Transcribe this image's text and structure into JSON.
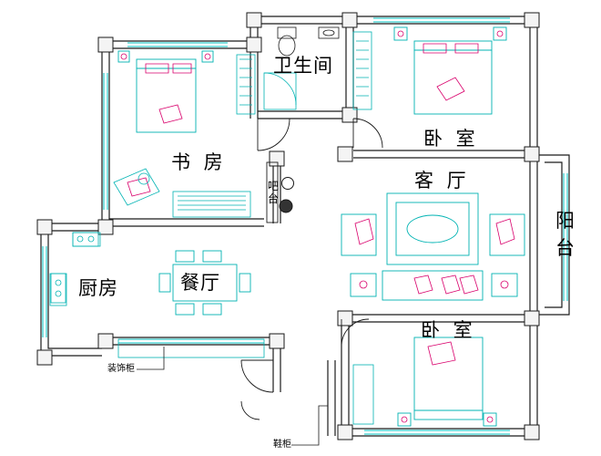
{
  "rooms": {
    "bathroom": "卫生间",
    "bedroom_north": "卧 室",
    "study": "书 房",
    "living_room": "客 厅",
    "balcony_1": "阳",
    "balcony_2": "台",
    "kitchen": "厨房",
    "dining": "餐厅",
    "bedroom_south": "卧 室",
    "bar_1": "吧",
    "bar_2": "台"
  },
  "annotations": {
    "decor_cabinet": "装饰柜",
    "shoe_cabinet": "鞋柜"
  },
  "colors": {
    "wall": "#1a1a1a",
    "furniture": "#00b3b3",
    "bedding": "#d9006c",
    "window": "#00c0c0",
    "fill_wall": "#f4f4f4"
  }
}
